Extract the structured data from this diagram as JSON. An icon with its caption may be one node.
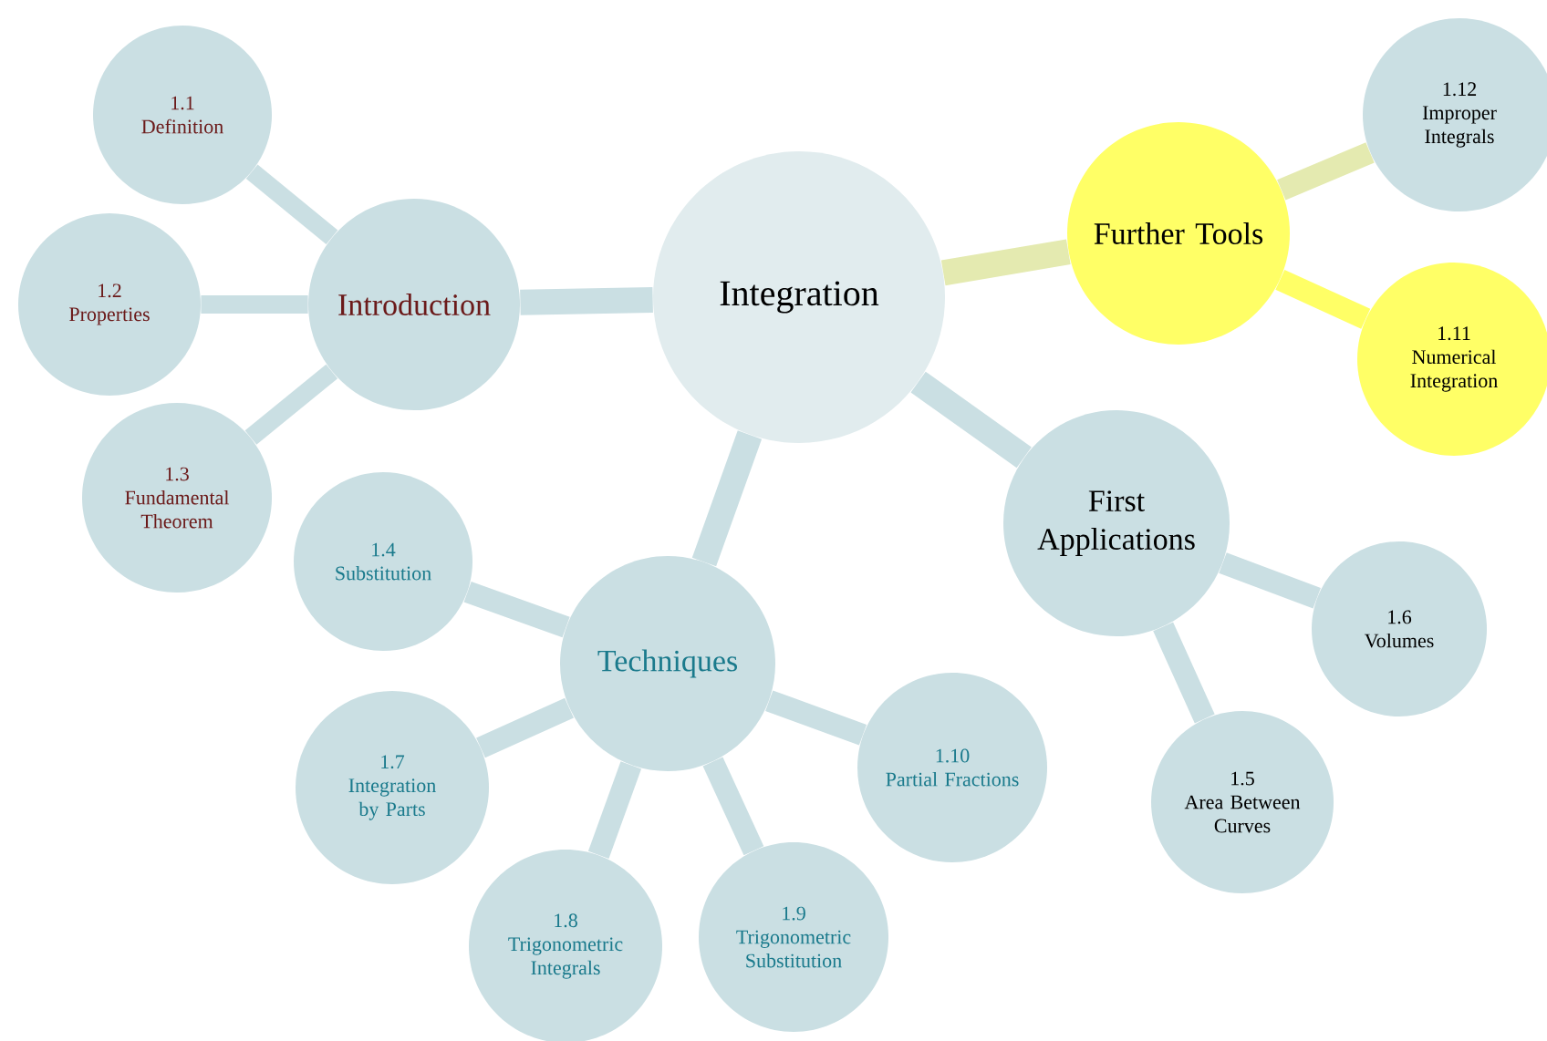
{
  "diagram": {
    "nodes": [
      {
        "text": [
          "Integration"
        ]
      },
      {
        "text": [
          "Introduction"
        ]
      },
      {
        "text": [
          "1.1",
          "Definition"
        ]
      },
      {
        "text": [
          "1.2",
          "Properties"
        ]
      },
      {
        "text": [
          "1.3",
          "Fundamental Theorem"
        ]
      },
      {
        "text": [
          "Further Tools"
        ]
      },
      {
        "text": [
          "1.12",
          "Improper Integrals"
        ]
      },
      {
        "text": [
          "1.11",
          "Numerical Integration"
        ]
      },
      {
        "text": [
          "First Applications"
        ]
      },
      {
        "text": [
          "1.6",
          "Volumes"
        ]
      },
      {
        "text": [
          "1.5",
          "Area Between Curves"
        ]
      },
      {
        "text": [
          "Techniques"
        ]
      },
      {
        "text": [
          "1.4",
          "Substitution"
        ]
      },
      {
        "text": [
          "1.7",
          "Integration by Parts"
        ]
      },
      {
        "text": [
          "1.8",
          "Trigonometric Integrals"
        ]
      },
      {
        "text": [
          "1.9",
          "Trigonometric Substitution"
        ]
      },
      {
        "text": [
          "1.10",
          "Partial Fractions"
        ]
      }
    ],
    "edges": [
      {
        "from": 0,
        "to": 1,
        "arrow": "none"
      },
      {
        "from": 1,
        "to": 2,
        "arrow": "none"
      },
      {
        "from": 1,
        "to": 3,
        "arrow": "none"
      },
      {
        "from": 1,
        "to": 4,
        "arrow": "none"
      },
      {
        "from": 0,
        "to": 5,
        "arrow": "none",
        "color": "#e4eab0"
      },
      {
        "from": 5,
        "to": 6,
        "arrow": "none",
        "color": "#e4eab0"
      },
      {
        "from": 5,
        "to": 7,
        "arrow": "none",
        "color": "#ffff66"
      },
      {
        "from": 0,
        "to": 8,
        "arrow": "none"
      },
      {
        "from": 8,
        "to": 9,
        "arrow": "none"
      },
      {
        "from": 8,
        "to": 10,
        "arrow": "none"
      },
      {
        "from": 0,
        "to": 11,
        "arrow": "none"
      },
      {
        "from": 11,
        "to": 12,
        "arrow": "none"
      },
      {
        "from": 11,
        "to": 13,
        "arrow": "none"
      },
      {
        "from": 11,
        "to": 14,
        "arrow": "none"
      },
      {
        "from": 11,
        "to": 15,
        "arrow": "none"
      },
      {
        "from": 11,
        "to": 16,
        "arrow": "none"
      }
    ]
  }
}
